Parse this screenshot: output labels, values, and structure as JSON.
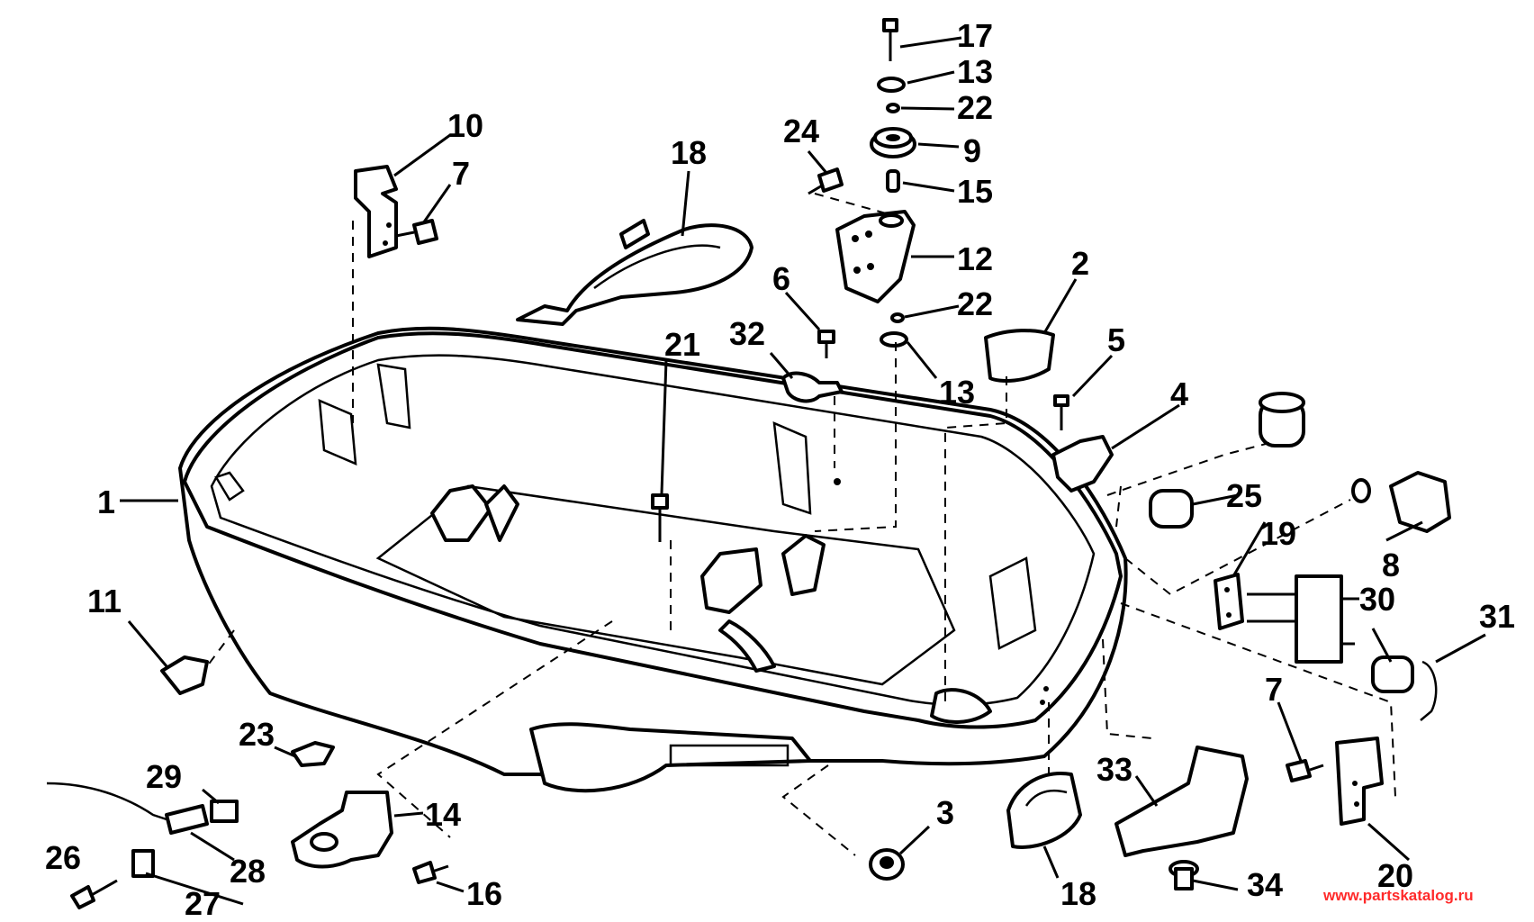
{
  "diagram": {
    "labels": [
      {
        "id": "l1",
        "text": "1"
      },
      {
        "id": "l2",
        "text": "2"
      },
      {
        "id": "l3",
        "text": "3"
      },
      {
        "id": "l4",
        "text": "4"
      },
      {
        "id": "l5",
        "text": "5"
      },
      {
        "id": "l6",
        "text": "6"
      },
      {
        "id": "l7a",
        "text": "7"
      },
      {
        "id": "l7b",
        "text": "7"
      },
      {
        "id": "l8",
        "text": "8"
      },
      {
        "id": "l9",
        "text": "9"
      },
      {
        "id": "l10",
        "text": "10"
      },
      {
        "id": "l11",
        "text": "11"
      },
      {
        "id": "l12",
        "text": "12"
      },
      {
        "id": "l13a",
        "text": "13"
      },
      {
        "id": "l13b",
        "text": "13"
      },
      {
        "id": "l14",
        "text": "14"
      },
      {
        "id": "l15",
        "text": "15"
      },
      {
        "id": "l16",
        "text": "16"
      },
      {
        "id": "l17",
        "text": "17"
      },
      {
        "id": "l18a",
        "text": "18"
      },
      {
        "id": "l18b",
        "text": "18"
      },
      {
        "id": "l19",
        "text": "19"
      },
      {
        "id": "l20",
        "text": "20"
      },
      {
        "id": "l21",
        "text": "21"
      },
      {
        "id": "l22a",
        "text": "22"
      },
      {
        "id": "l22b",
        "text": "22"
      },
      {
        "id": "l23",
        "text": "23"
      },
      {
        "id": "l24",
        "text": "24"
      },
      {
        "id": "l25",
        "text": "25"
      },
      {
        "id": "l26",
        "text": "26"
      },
      {
        "id": "l27",
        "text": "27"
      },
      {
        "id": "l28",
        "text": "28"
      },
      {
        "id": "l29",
        "text": "29"
      },
      {
        "id": "l30",
        "text": "30"
      },
      {
        "id": "l31",
        "text": "31"
      },
      {
        "id": "l32",
        "text": "32"
      },
      {
        "id": "l33",
        "text": "33"
      },
      {
        "id": "l34",
        "text": "34"
      }
    ],
    "watermark": "www.partskatalog.ru"
  }
}
